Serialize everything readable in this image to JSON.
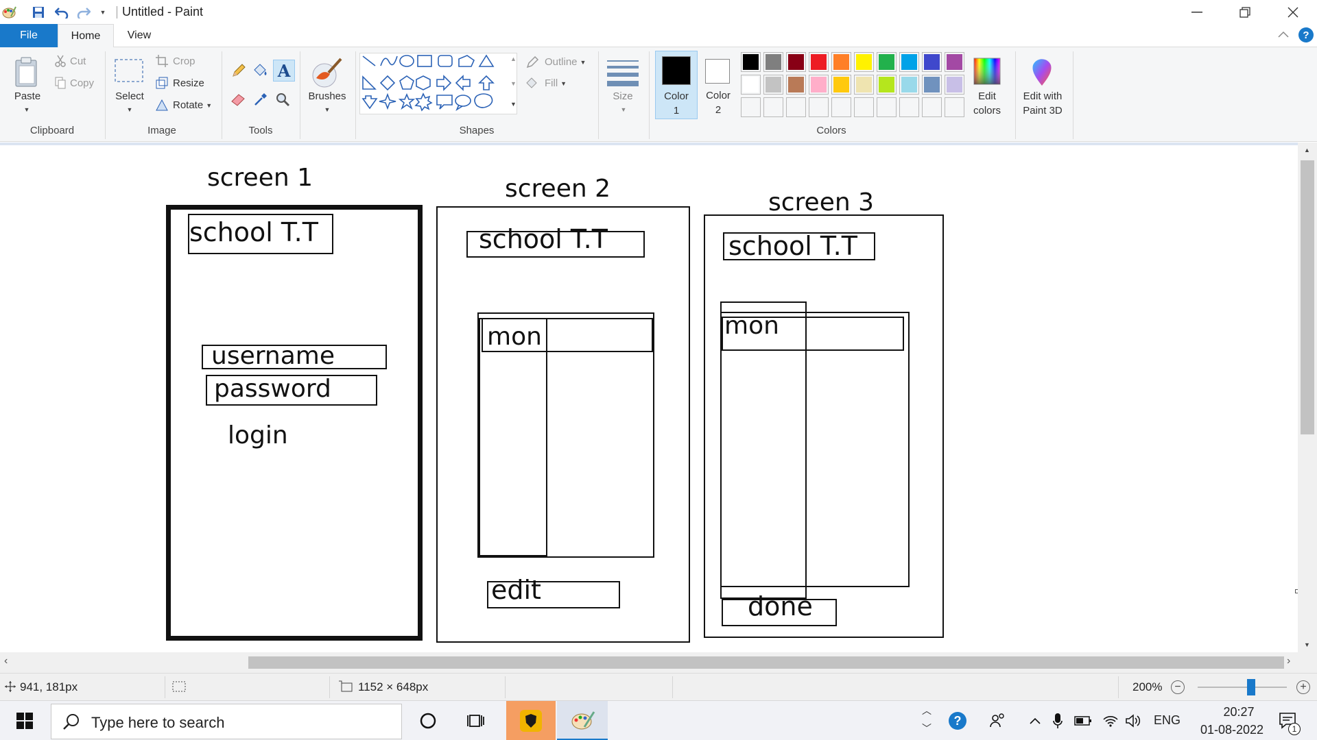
{
  "titlebar": {
    "title": "Untitled - Paint"
  },
  "tabs": {
    "file": "File",
    "home": "Home",
    "view": "View"
  },
  "ribbon": {
    "clipboard": {
      "group": "Clipboard",
      "paste": "Paste",
      "cut": "Cut",
      "copy": "Copy"
    },
    "image": {
      "group": "Image",
      "select": "Select",
      "crop": "Crop",
      "resize": "Resize",
      "rotate": "Rotate"
    },
    "tools": {
      "group": "Tools"
    },
    "brushes": {
      "label": "Brushes"
    },
    "shapes": {
      "group": "Shapes",
      "outline": "Outline",
      "fill": "Fill"
    },
    "size": {
      "label": "Size"
    },
    "color1": {
      "line1": "Color",
      "line2": "1"
    },
    "color2": {
      "line1": "Color",
      "line2": "2"
    },
    "colors": {
      "group": "Colors",
      "palette_row1": [
        "#000000",
        "#7f7f7f",
        "#880015",
        "#ed1c24",
        "#ff7f27",
        "#fff200",
        "#22b14c",
        "#00a2e8",
        "#3f48cc",
        "#a349a4"
      ],
      "palette_row2": [
        "#ffffff",
        "#c3c3c3",
        "#b97a57",
        "#ffaec9",
        "#ffc90e",
        "#efe4b0",
        "#b5e61d",
        "#99d9ea",
        "#7092be",
        "#c8bfe7"
      ]
    },
    "edit_colors": {
      "line1": "Edit",
      "line2": "colors"
    },
    "paint3d": {
      "line1": "Edit with",
      "line2": "Paint 3D"
    }
  },
  "canvas": {
    "screen1": {
      "heading": "screen 1",
      "app_title": "school T.T",
      "username": "username",
      "password": "password",
      "login": "login"
    },
    "screen2": {
      "heading": "screen 2",
      "app_title": "school T.T",
      "day": "mon",
      "button": "edit"
    },
    "screen3": {
      "heading": "screen 3",
      "app_title": "school T.T",
      "day": "mon",
      "button": "done"
    }
  },
  "status": {
    "cursor_pos": "941, 181px",
    "canvas_size": "1152 × 648px",
    "zoom": "200%",
    "zoom_fraction": 0.6
  },
  "taskbar": {
    "search_placeholder": "Type here to search",
    "lang": "ENG",
    "time": "20:27",
    "date": "01-08-2022",
    "notif_count": "1"
  }
}
